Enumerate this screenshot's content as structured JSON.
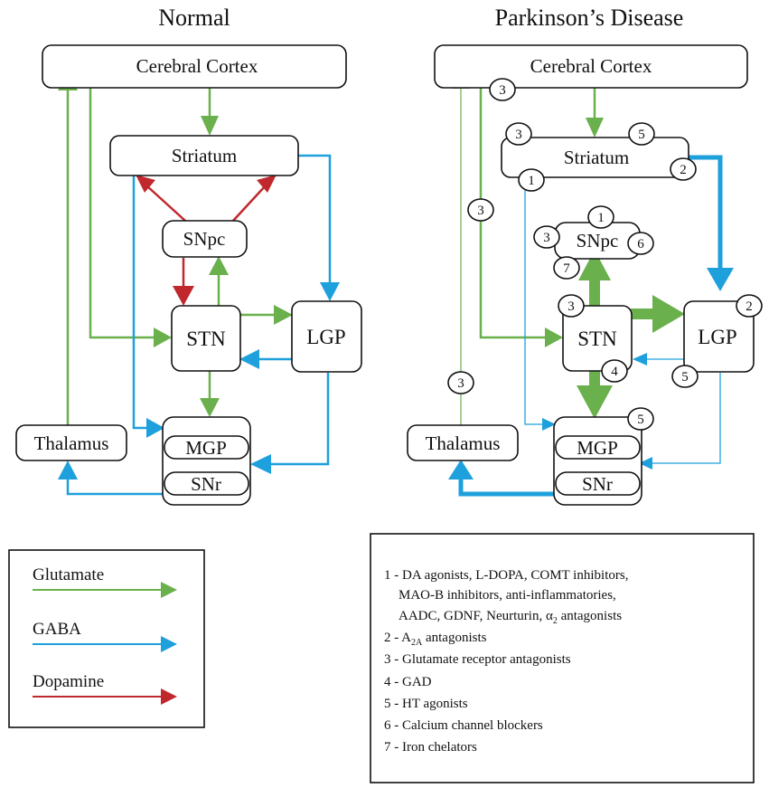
{
  "titles": {
    "normal": "Normal",
    "pd": "Parkinson’s Disease"
  },
  "nodes": {
    "cortex": "Cerebral Cortex",
    "striatum": "Striatum",
    "snpc": "SNpc",
    "stn": "STN",
    "lgp": "LGP",
    "thalamus": "Thalamus",
    "mgp": "MGP",
    "snr": "SNr"
  },
  "legend": {
    "glutamate": "Glutamate",
    "gaba": "GABA",
    "dopamine": "Dopamine"
  },
  "colors": {
    "glutamate": "#6ab04c",
    "gaba": "#1ea0dc",
    "dopamine": "#c0282d"
  },
  "badges": {
    "cortex": "3",
    "str_left": "3",
    "str_top": "5",
    "str_bottom": "1",
    "str_right": "2",
    "cortex_path": "3",
    "snpc_top": "1",
    "snpc_left": "3",
    "snpc_right": "6",
    "snpc_bottom": "7",
    "stn": "3",
    "lgp_top": "2",
    "lgp_bottom": "5",
    "gad": "4",
    "mgp": "5",
    "thalamus_path": "3"
  },
  "treatments": {
    "t1_line1": "1 - DA agonists, L-DOPA, COMT inhibitors,",
    "t1_line2": "MAO-B inhibitors, anti-inflammatories,",
    "t1_line3_pre": "AADC, GDNF, Neurturin, α",
    "t1_line3_sub": "2",
    "t1_line3_post": " antagonists",
    "t2_pre": "2 - A",
    "t2_sub": "2A",
    "t2_post": " antagonists",
    "t3": "3 - Glutamate receptor antagonists",
    "t4": "4 - GAD",
    "t5": "5 - HT agonists",
    "t6": "6 - Calcium channel blockers",
    "t7": "7 - Iron chelators"
  }
}
